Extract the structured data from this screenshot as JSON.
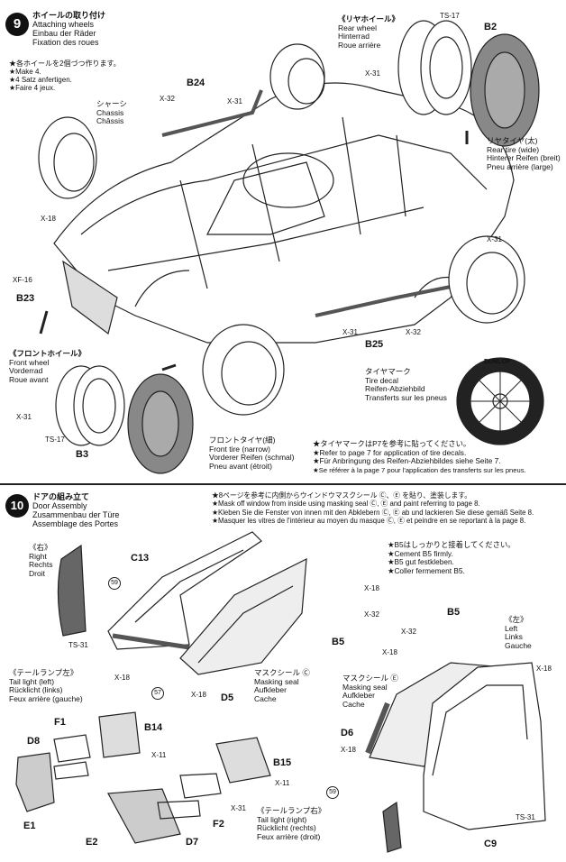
{
  "step9": {
    "number": "9",
    "title_jp": "ホイールの取り付け",
    "title_en": "Attaching wheels",
    "title_de": "Einbau der Räder",
    "title_fr": "Fixation des roues",
    "note_jp": "★各ホイールを2個づつ作ります。",
    "note_en": "★Make 4.",
    "note_de": "★4 Satz anfertigen.",
    "note_fr": "★Faire 4 jeux.",
    "chassis": [
      "シャーシ",
      "Chassis",
      "Châssis"
    ],
    "rear_wheel": [
      "《リヤホイール》",
      "Rear wheel",
      "Hinterrad",
      "Roue arrière"
    ],
    "front_wheel": [
      "《フロントホイール》",
      "Front wheel",
      "Vorderrad",
      "Roue avant"
    ],
    "rear_tire": [
      "リヤタイヤ(太)",
      "Rear tire (wide)",
      "Hinterer Reifen (breit)",
      "Pneu arrière (large)"
    ],
    "front_tire": [
      "フロントタイヤ(細)",
      "Front tire (narrow)",
      "Vorderer Reifen (schmal)",
      "Pneu avant (étroit)"
    ],
    "tire_mark": [
      "タイヤマーク",
      "Tire decal",
      "Reifen-Abziehbild",
      "Transferts sur les pneus"
    ],
    "tire_decal_note": [
      "★タイヤマークはP7を参考に貼ってください。",
      "★Refer to page 7 for application of tire decals.",
      "★Für Anbringung des Reifen-Abziehbildes siehe Seite 7.",
      "★Se référer à la page 7 pour l'application des transferts sur les pneus."
    ],
    "tire_brand": "DUNLOP",
    "parts": {
      "b24": "B24",
      "b23": "B23",
      "b25": "B25",
      "b2": "B2",
      "b3": "B3",
      "x31a": "X-31",
      "x32a": "X-32",
      "x31b": "X-31",
      "x31c": "X-31",
      "x18": "X-18",
      "xf16": "XF-16",
      "x31d": "X-31",
      "x32b": "X-32",
      "x31e": "X-31",
      "ts17a": "TS-17",
      "ts17b": "TS-17"
    }
  },
  "step10": {
    "number": "10",
    "title_jp": "ドアの組み立て",
    "title_en": "Door Assembly",
    "title_de": "Zusammenbau der Türe",
    "title_fr": "Assemblage des Portes",
    "notes": [
      "★8ページを参考に内側からウインドウマスクシール Ⓒ、Ⓔ を貼り、塗装します。",
      "★Mask off window from inside using masking seal Ⓒ, Ⓔ and paint referring to page 8.",
      "★Kleben Sie die Fenster von innen mit den Abklebern Ⓒ, Ⓔ ab und lackieren Sie diese gemäß Seite 8.",
      "★Masquer les vitres de l'intérieur au moyen du masque Ⓒ, Ⓔ et peindre en se reportant à la page 8."
    ],
    "b5_notes": [
      "★B5はしっかりと接着してください。",
      "★Cement B5 firmly.",
      "★B5 gut festkleben.",
      "★Coller fermement B5."
    ],
    "right": [
      "《右》",
      "Right",
      "Rechts",
      "Droit"
    ],
    "left": [
      "《左》",
      "Left",
      "Links",
      "Gauche"
    ],
    "tail_left": [
      "《テールランプ左》",
      "Tail light (left)",
      "Rücklicht (links)",
      "Feux arrière (gauche)"
    ],
    "tail_right": [
      "《テールランプ右》",
      "Tail light (right)",
      "Rücklicht (rechts)",
      "Feux arrière (droit)"
    ],
    "mask_c": [
      "マスクシール Ⓒ",
      "Masking seal",
      "Aufkleber",
      "Cache"
    ],
    "mask_e": [
      "マスクシール Ⓔ",
      "Masking seal",
      "Aufkleber",
      "Cache"
    ],
    "parts": {
      "c13": "C13",
      "b5a": "B5",
      "b5b": "B5",
      "d5": "D5",
      "d6": "D6",
      "c9": "C9",
      "ts31a": "TS-31",
      "ts31b": "TS-31",
      "x18a": "X-18",
      "x32a": "X-32",
      "x18b": "X-18",
      "x18c": "X-18",
      "x32b": "X-32",
      "x18d": "X-18",
      "x18e": "X-18",
      "x18f": "X-18",
      "b14": "B14",
      "b15": "B15",
      "f1": "F1",
      "f2": "F2",
      "d7": "D7",
      "d8": "D8",
      "e1": "E1",
      "e2": "E2",
      "x11a": "X-11",
      "x11b": "X-11",
      "x31": "X-31",
      "ref59a": "59",
      "ref59b": "59",
      "ref57": "57"
    }
  }
}
